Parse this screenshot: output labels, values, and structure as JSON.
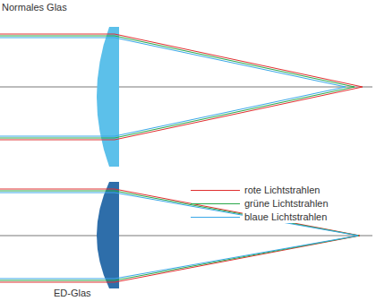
{
  "diagram": {
    "labels": [
      "Normales Glas",
      "ED-Glas"
    ],
    "legend": [
      {
        "text": "rote Lichtstrahlen"
      },
      {
        "text": "grüne Lichtstrahlen"
      },
      {
        "text": "blaue Lichtstrahlen"
      }
    ]
  }
}
